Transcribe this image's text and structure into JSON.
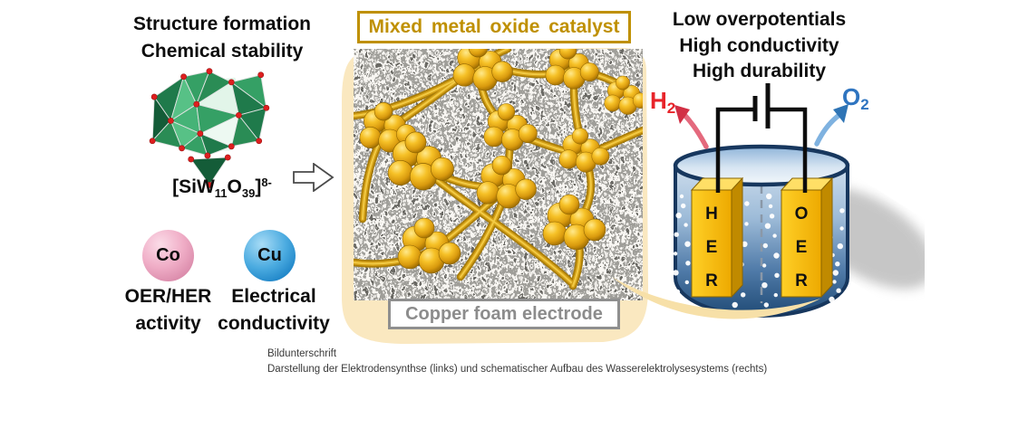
{
  "figure": {
    "left_panel": {
      "title_line1": "Structure formation",
      "title_line2": "Chemical stability",
      "molecule_icon": "polyoxometalate-structure",
      "formula": {
        "open": "[SiW",
        "sub_1": "11",
        "element_o": "O",
        "sub_2": "39",
        "close": "]",
        "charge": "8-"
      },
      "co_sphere": {
        "symbol": "Co",
        "line1": "OER/HER",
        "line2": "activity",
        "color": "#e89ab5"
      },
      "cu_sphere": {
        "symbol": "Cu",
        "line1": "Electrical",
        "line2": "conductivity",
        "color": "#2f9ad6"
      }
    },
    "center_panel": {
      "header": "Mixed metal oxide catalyst",
      "header_color": "#bf9000",
      "footer": "Copper foam electrode",
      "footer_color": "#8c8c8c",
      "catalyst_color": "#d4a017",
      "background_blob_color": "#fae8c0"
    },
    "right_panel": {
      "benefits": [
        "Low overpotentials",
        "High conductivity",
        "High durability"
      ],
      "h2": {
        "symbol": "H",
        "sub": "2",
        "color": "#e8242a"
      },
      "o2": {
        "symbol": "O",
        "sub": "2",
        "color": "#2e74c0"
      },
      "electrodes": [
        {
          "label": "HER"
        },
        {
          "label": "OER"
        }
      ],
      "cell_rim_color": "#17375e",
      "electrode_color": "#ffc010"
    },
    "caption": {
      "label": "Bildunterschrift",
      "text": "Darstellung der Elektrodensynthse (links) und schematischer Aufbau des Wasserelektrolysesystems (rechts)"
    }
  }
}
